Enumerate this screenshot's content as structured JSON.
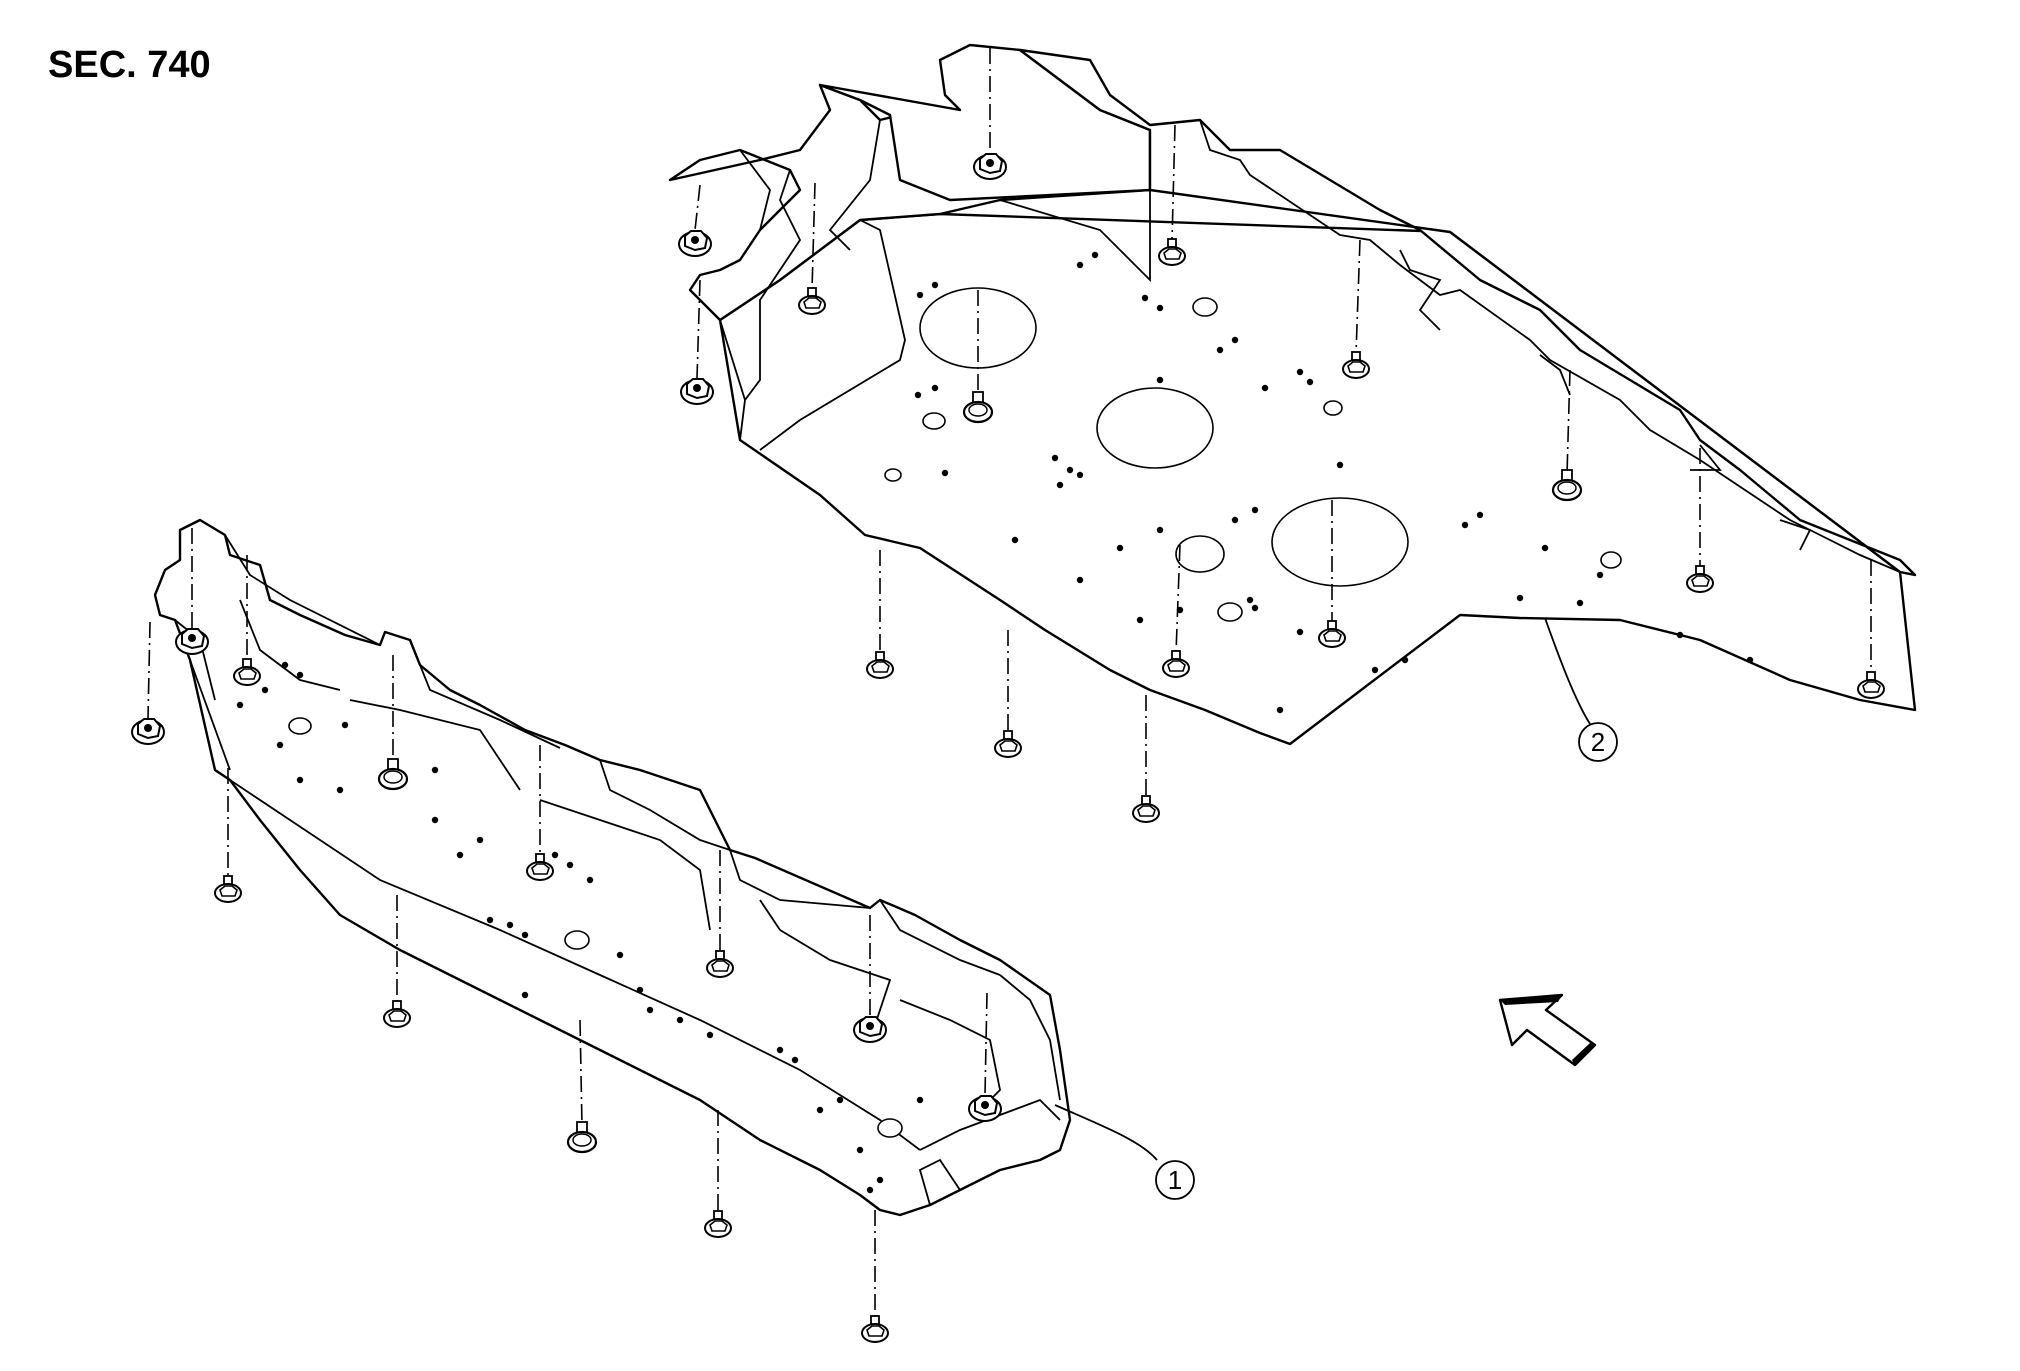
{
  "section_label": "SEC. 740",
  "callouts": [
    {
      "id": "1",
      "text": "1"
    },
    {
      "id": "2",
      "text": "2"
    }
  ]
}
